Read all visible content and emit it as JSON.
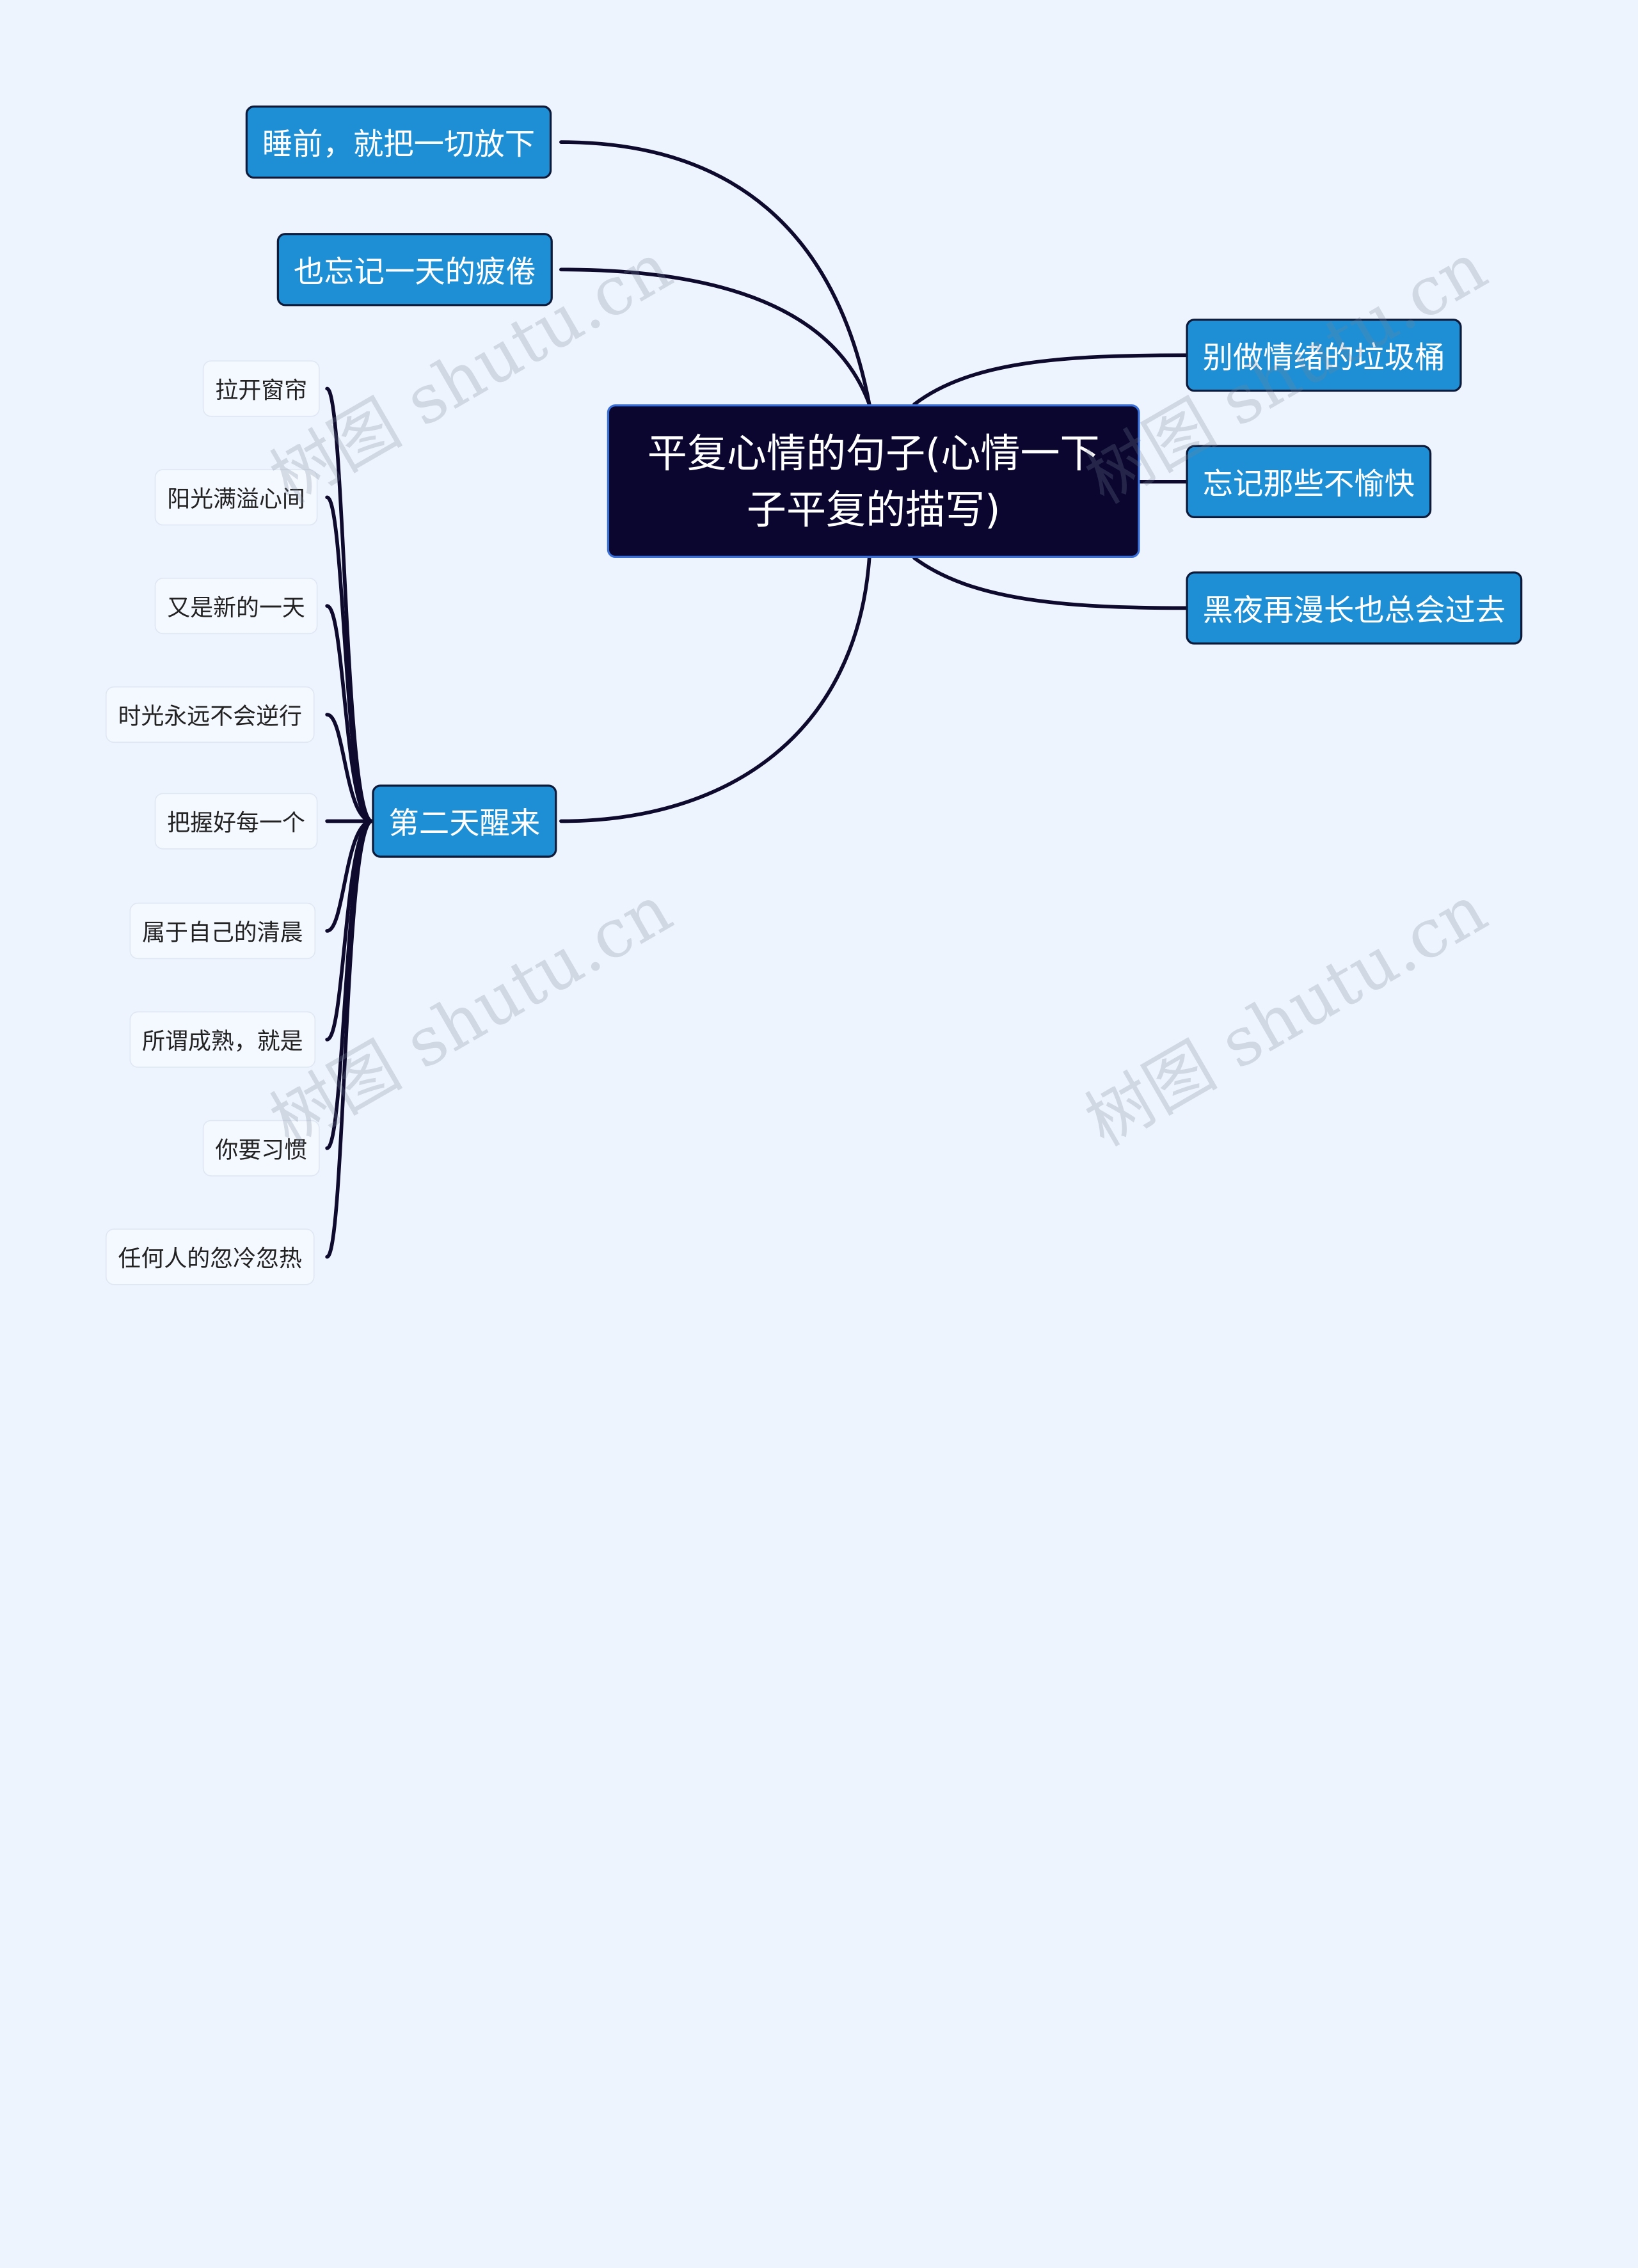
{
  "root": {
    "text": "平复心情的句子(心情一下子平复的描写)"
  },
  "branches_left": [
    {
      "label": "睡前，就把一切放下"
    },
    {
      "label": "也忘记一天的疲倦"
    },
    {
      "label": "第二天醒来"
    }
  ],
  "branches_right": [
    {
      "label": "别做情绪的垃圾桶"
    },
    {
      "label": "忘记那些不愉快"
    },
    {
      "label": "黑夜再漫长也总会过去"
    }
  ],
  "leaves": [
    {
      "label": "拉开窗帘"
    },
    {
      "label": "阳光满溢心间"
    },
    {
      "label": "又是新的一天"
    },
    {
      "label": "时光永远不会逆行"
    },
    {
      "label": "把握好每一个"
    },
    {
      "label": "属于自己的清晨"
    },
    {
      "label": "所谓成熟，就是"
    },
    {
      "label": "你要习惯"
    },
    {
      "label": "任何人的忽冷忽热"
    }
  ],
  "watermark": "树图 shutu.cn",
  "colors": {
    "background": "#eef4fe",
    "root_fill": "#0a0630",
    "branch_fill": "#1e8fd5",
    "connector": "#0e0a2e"
  }
}
